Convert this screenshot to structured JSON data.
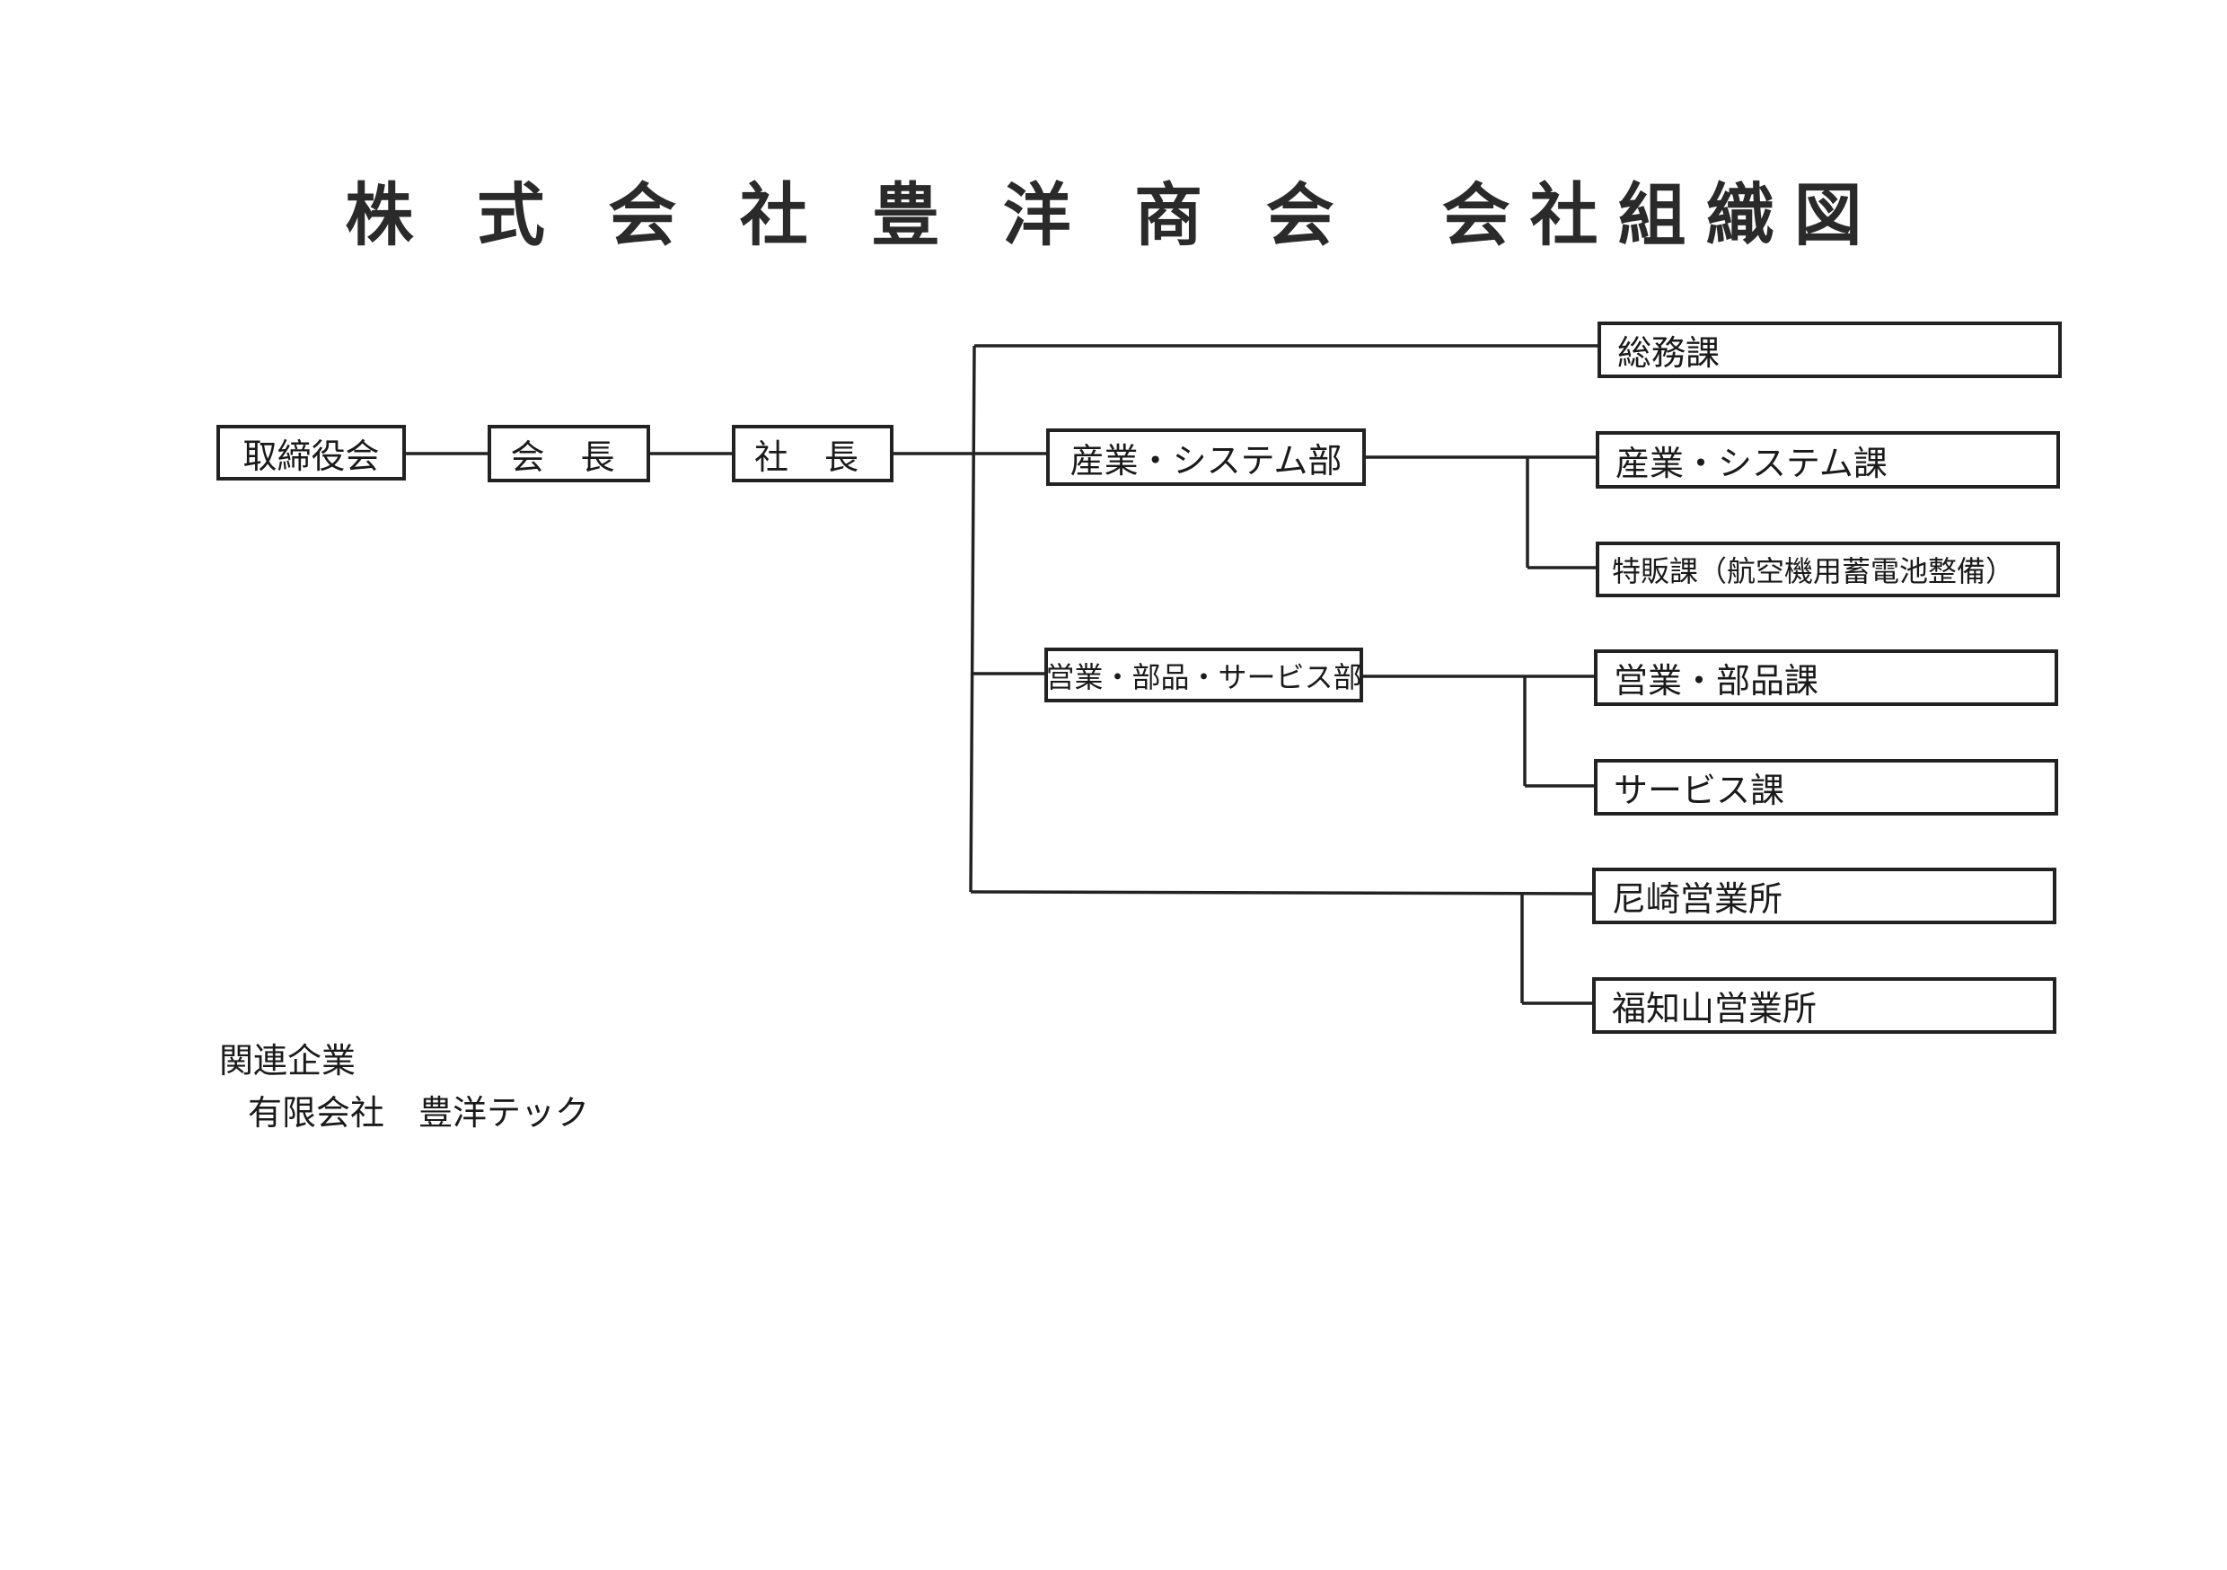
{
  "title": "株 式 会 社 豊 洋 商 会　会社組織図",
  "board": "取締役会",
  "chairman": "会 長",
  "president": "社 長",
  "departments": {
    "general_affairs": "総務課",
    "industry_system_dept": "産業・システム部",
    "industry_system_section": "産業・システム課",
    "special_sales_section": "特販課（航空機用蓄電池整備）",
    "sales_parts_service_dept": "営業・部品・サービス部",
    "sales_parts_section": "営業・部品課",
    "service_section": "サービス課",
    "amagasaki_office": "尼崎営業所",
    "fukuchiyama_office": "福知山営業所"
  },
  "related": {
    "heading": "関連企業",
    "company": "有限会社　豊洋テック"
  }
}
